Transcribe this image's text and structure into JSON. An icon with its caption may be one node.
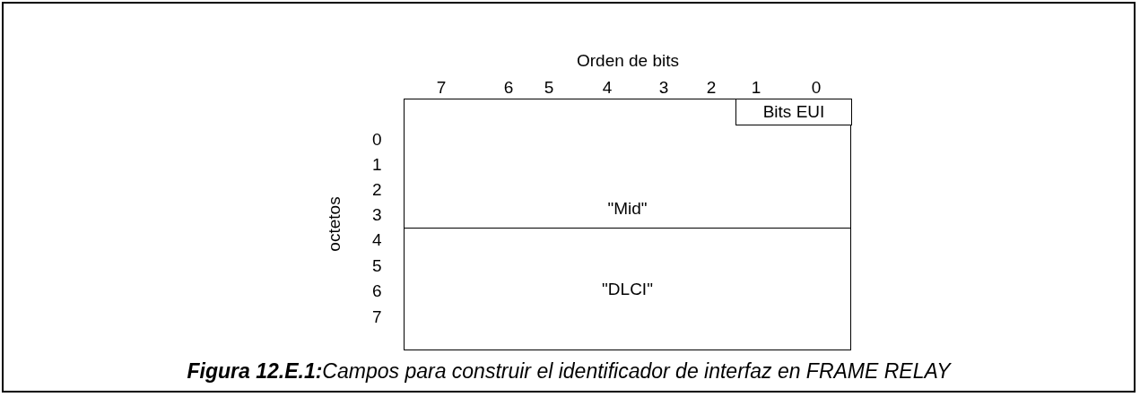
{
  "diagram": {
    "caption": "**Figura 12.E.1:**Campos para construir el identificador de interfaz en FRAME RELAY",
    "nodes": [
      {
        "text": [
          "\"Mid\""
        ]
      },
      {
        "text": [
          "\"DLCI\""
        ]
      },
      {
        "text": [
          "Bits EUI"
        ],
        "in": 0
      }
    ],
    "edges": [],
    "labels": [
      "Orden de bits",
      "7",
      "6",
      "5",
      "4",
      "3",
      "2",
      "1",
      "0",
      "octetos",
      "0",
      "1",
      "2",
      "3",
      "4",
      "5",
      "6",
      "7"
    ]
  }
}
